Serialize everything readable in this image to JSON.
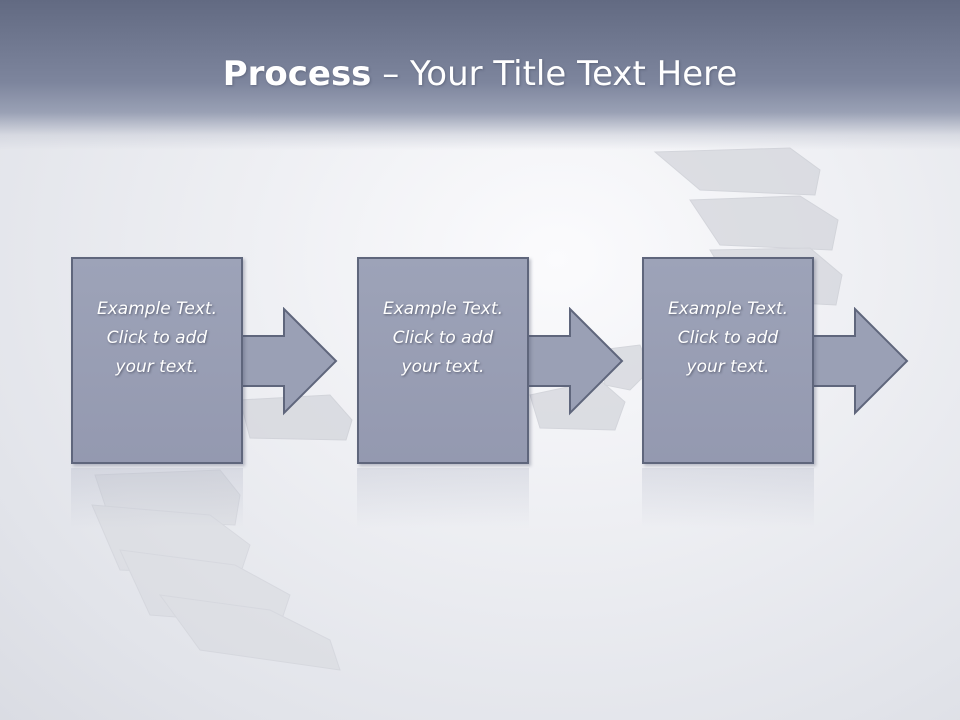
{
  "slide": {
    "title_bold": "Process",
    "title_rest": " – Your Title Text Here"
  },
  "process_steps": [
    {
      "text": "Example Text.\nClick  to add\nyour text."
    },
    {
      "text": "Example Text.\nClick  to add\nyour text."
    },
    {
      "text": "Example Text.\nClick  to add\nyour text."
    }
  ],
  "colors": {
    "header": "#6f7790",
    "box_fill": "#9aa0b5",
    "box_border": "#5f667c",
    "text": "#ffffff"
  }
}
